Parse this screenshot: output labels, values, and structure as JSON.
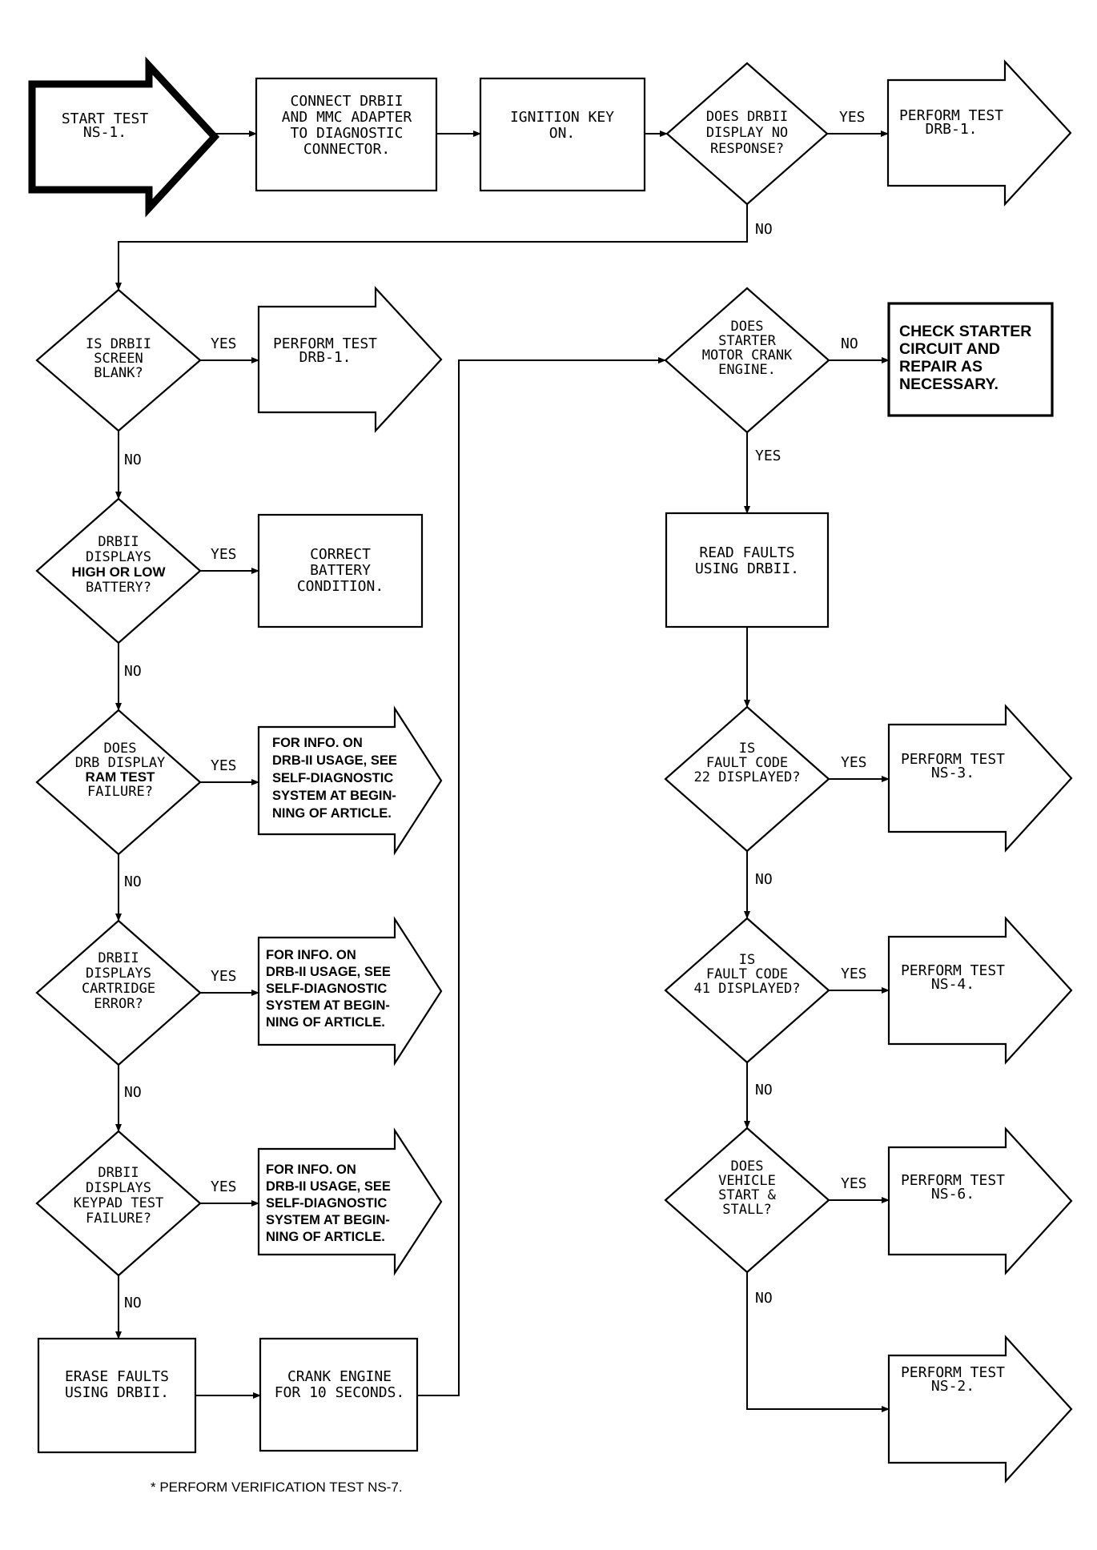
{
  "nodes": {
    "start": [
      "START TEST",
      "NS-1."
    ],
    "connect": [
      "CONNECT DRBII",
      "AND MMC ADAPTER",
      "TO DIAGNOSTIC",
      "CONNECTOR."
    ],
    "ignition": [
      "IGNITION KEY",
      "ON."
    ],
    "no_response": [
      "DOES DRBII",
      "DISPLAY NO",
      "RESPONSE?"
    ],
    "perform_drb1_a": [
      "PERFORM TEST",
      "DRB-1."
    ],
    "screen_blank": [
      "IS DRBII",
      "SCREEN",
      "BLANK?"
    ],
    "perform_drb1_b": [
      "PERFORM TEST",
      "DRB-1."
    ],
    "battery": [
      "DRBII",
      "DISPLAYS",
      "HIGH OR LOW",
      "BATTERY?"
    ],
    "correct_battery": [
      "CORRECT",
      "BATTERY",
      "CONDITION."
    ],
    "ram_test": [
      "DOES",
      "DRB DISPLAY",
      "RAM TEST",
      "FAILURE?"
    ],
    "info_ram": [
      "FOR INFO. ON",
      "DRB-II USAGE, SEE",
      "SELF-DIAGNOSTIC",
      "SYSTEM AT BEGIN-",
      "NING OF ARTICLE."
    ],
    "cartridge": [
      "DRBII",
      "DISPLAYS",
      "CARTRIDGE",
      "ERROR?"
    ],
    "info_cartridge": [
      "FOR INFO. ON",
      "DRB-II USAGE, SEE",
      "SELF-DIAGNOSTIC",
      "SYSTEM AT BEGIN-",
      "NING OF ARTICLE."
    ],
    "keypad": [
      "DRBII",
      "DISPLAYS",
      "KEYPAD TEST",
      "FAILURE?"
    ],
    "info_keypad": [
      "FOR INFO. ON",
      "DRB-II USAGE, SEE",
      "SELF-DIAGNOSTIC",
      "SYSTEM AT BEGIN-",
      "NING OF ARTICLE."
    ],
    "erase": [
      "ERASE FAULTS",
      "USING DRBII."
    ],
    "crank": [
      "CRANK ENGINE",
      "FOR 10 SECONDS."
    ],
    "starter": [
      "DOES",
      "STARTER",
      "MOTOR CRANK",
      "ENGINE."
    ],
    "check_starter": [
      "CHECK STARTER",
      "CIRCUIT AND",
      "REPAIR AS",
      "NECESSARY."
    ],
    "read_faults": [
      "READ FAULTS",
      "USING DRBII."
    ],
    "code22": [
      "IS",
      "FAULT CODE",
      "22 DISPLAYED?"
    ],
    "perform_ns3": [
      "PERFORM TEST",
      "NS-3."
    ],
    "code41": [
      "IS",
      "FAULT CODE",
      "41 DISPLAYED?"
    ],
    "perform_ns4": [
      "PERFORM TEST",
      "NS-4."
    ],
    "start_stall": [
      "DOES",
      "VEHICLE",
      "START &",
      "STALL?"
    ],
    "perform_ns6": [
      "PERFORM TEST",
      "NS-6."
    ],
    "perform_ns2": [
      "PERFORM TEST",
      "NS-2."
    ]
  },
  "labels": {
    "yes": "YES",
    "no": "NO"
  },
  "footnote": "* PERFORM VERIFICATION TEST NS-7."
}
